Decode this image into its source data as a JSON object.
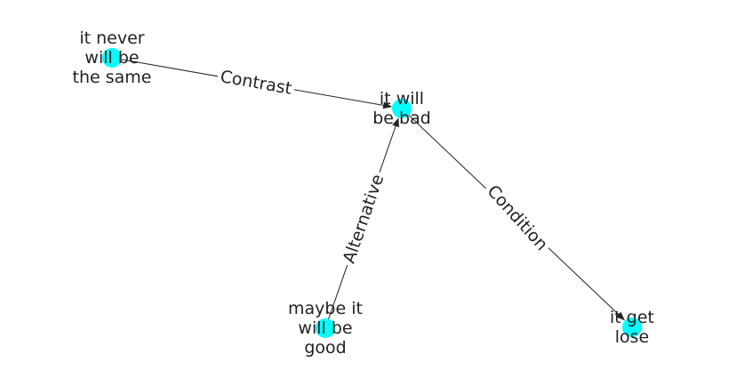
{
  "graph": {
    "node_color": "#00ffff",
    "edge_color": "#222222",
    "nodes": [
      {
        "id": "n1",
        "lines": [
          "it never",
          "will be",
          "the same"
        ]
      },
      {
        "id": "n2",
        "lines": [
          "it will",
          "be bad"
        ]
      },
      {
        "id": "n3",
        "lines": [
          "maybe it",
          "will be",
          "good"
        ]
      },
      {
        "id": "n4",
        "lines": [
          "it get",
          "lose"
        ]
      }
    ],
    "edges": [
      {
        "id": "e1",
        "from": "n1",
        "to": "n2",
        "label": "Contrast"
      },
      {
        "id": "e2",
        "from": "n3",
        "to": "n2",
        "label": "Alternative"
      },
      {
        "id": "e3",
        "from": "n2",
        "to": "n4",
        "label": "Condition"
      }
    ]
  }
}
